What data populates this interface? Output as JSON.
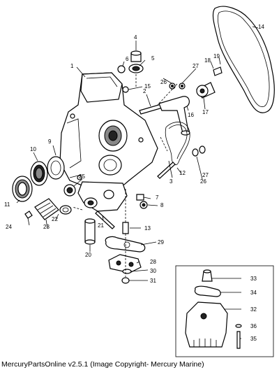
{
  "callouts": [
    "1",
    "2",
    "3",
    "4",
    "5",
    "6",
    "7",
    "8",
    "9",
    "10",
    "11",
    "12",
    "13",
    "14",
    "15",
    "16",
    "17",
    "18",
    "19",
    "20",
    "21",
    "22",
    "23",
    "24",
    "25",
    "26",
    "27",
    "28",
    "29",
    "30",
    "31",
    "32",
    "33",
    "34",
    "35",
    "36"
  ],
  "caption": "MercuryPartsOnline v2.5.1 (Image Copyright- Mercury Marine)"
}
